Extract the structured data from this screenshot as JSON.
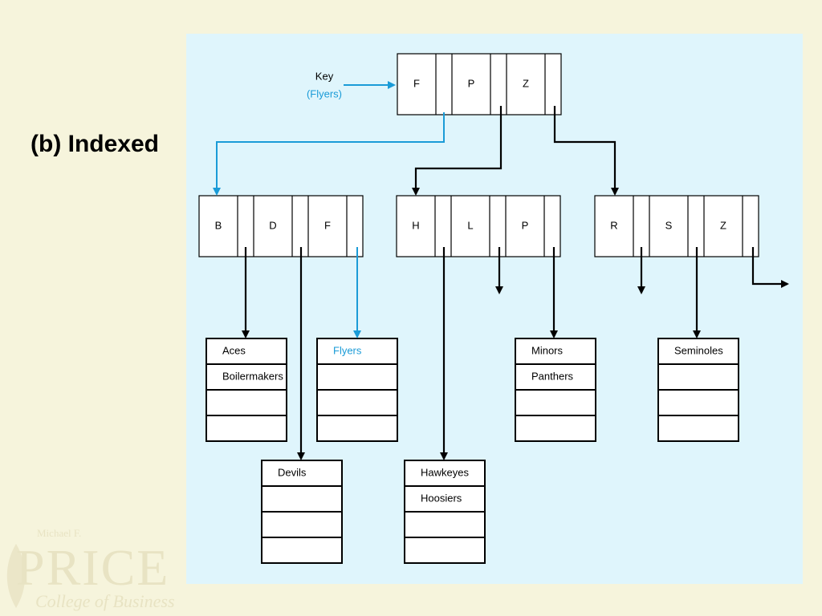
{
  "slide": {
    "title": "(b) Indexed"
  },
  "watermark": {
    "small": "Michael F.",
    "big": "PRICE",
    "sub": "College of Business"
  },
  "colors": {
    "background": "#f6f4dc",
    "panel": "#dff5fc",
    "highlight": "#1a9bd7",
    "line": "#000000"
  },
  "diagram": {
    "key_label": "Key",
    "key_value": "(Flyers)",
    "root": {
      "keys": [
        "F",
        "P",
        "Z"
      ]
    },
    "index_nodes": [
      {
        "id": "left",
        "keys": [
          "B",
          "D",
          "F"
        ]
      },
      {
        "id": "middle",
        "keys": [
          "H",
          "L",
          "P"
        ]
      },
      {
        "id": "right",
        "keys": [
          "R",
          "S",
          "Z"
        ]
      }
    ],
    "leaves": [
      {
        "id": "aces",
        "records": [
          "Aces",
          "Boilermakers",
          "",
          ""
        ]
      },
      {
        "id": "flyers",
        "records": [
          "Flyers",
          "",
          "",
          ""
        ],
        "highlight": true
      },
      {
        "id": "minors",
        "records": [
          "Minors",
          "Panthers",
          "",
          ""
        ]
      },
      {
        "id": "seminoles",
        "records": [
          "Seminoles",
          "",
          "",
          ""
        ]
      },
      {
        "id": "devils",
        "records": [
          "Devils",
          "",
          "",
          ""
        ]
      },
      {
        "id": "hawkeyes",
        "records": [
          "Hawkeyes",
          "Hoosiers",
          "",
          ""
        ]
      }
    ]
  }
}
